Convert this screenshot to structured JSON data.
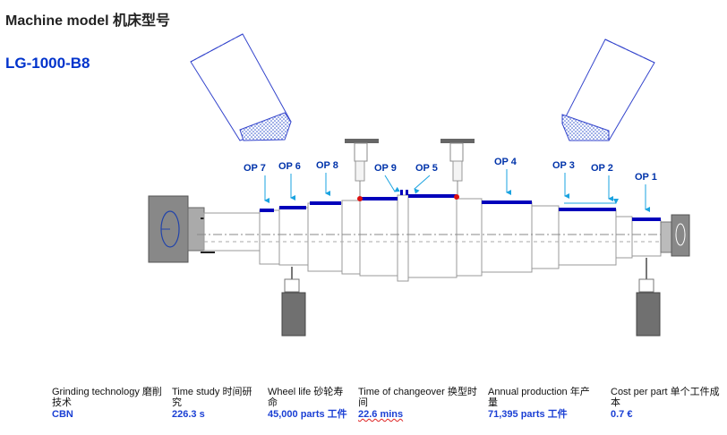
{
  "header": {
    "title": "Machine model 机床型号",
    "model": "LG-1000-B8"
  },
  "operations": [
    "OP 7",
    "OP 6",
    "OP 8",
    "OP 9",
    "OP 5",
    "OP 4",
    "OP 3",
    "OP 2",
    "OP 1"
  ],
  "stats": [
    {
      "label": "Grinding technology 磨削技术",
      "value": "CBN"
    },
    {
      "label": "Time study 时间研究",
      "value": "226.3 s"
    },
    {
      "label": "Wheel life 砂轮寿命",
      "value": "45,000 parts 工件"
    },
    {
      "label": "Time of changeover 换型时间",
      "value": "22.6 mins"
    },
    {
      "label": "Annual production 年产量",
      "value": "71,395 parts 工件"
    },
    {
      "label": "Cost per part 单个工件成本",
      "value": "0.7 €"
    }
  ],
  "colors": {
    "accent": "#0033cc",
    "arrow": "#1aa3e0",
    "grind": "#0000bb",
    "contact": "#dd1111"
  }
}
